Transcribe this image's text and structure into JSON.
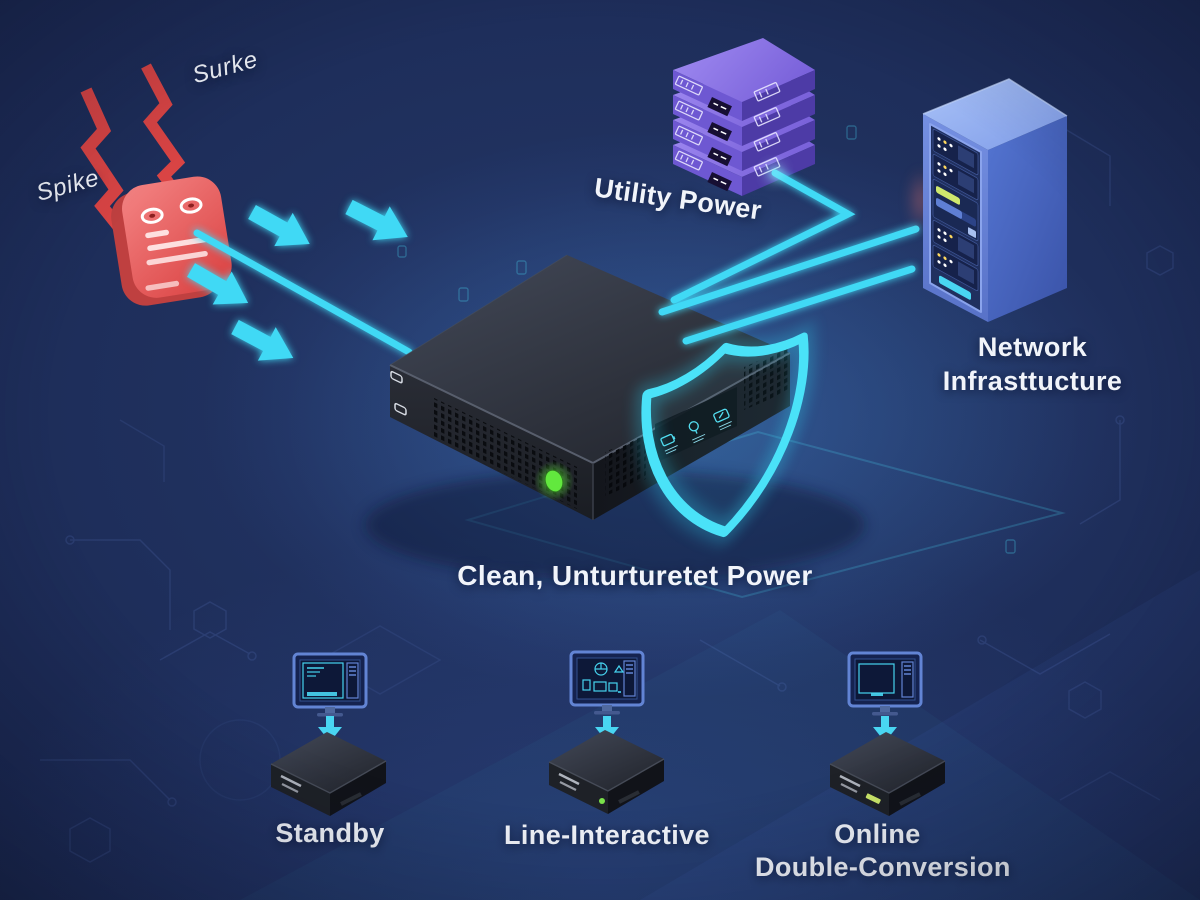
{
  "title": "UPS power protection infographic",
  "labels": {
    "spike": "Spike",
    "surge": "Surke",
    "utility_power": "Utility Power",
    "network_line1": "Network",
    "network_line2": "Infrasttucture",
    "clean_power": "Clean, Unturturetet Power",
    "type_standby": "Standby",
    "type_line_interactive": "Line-Interactive",
    "type_online_line1": "Online",
    "type_online_line2": "Double-Conversion"
  },
  "colors": {
    "background_navy": "#1d2a55",
    "deep_navy": "#141f42",
    "accent_cyan": "#3fd9f5",
    "hazard_red": "#e65454",
    "bolt_red": "#d94444",
    "server_purple": "#7e5fd6",
    "tower_blue": "#5c77cc",
    "ups_charcoal": "#23262d",
    "led_green": "#5fe43c",
    "text_white": "#f1f4fa"
  },
  "icons": {
    "surge_bolt_icon": "red zigzag lightning",
    "hazard_badge_icon": "red rounded square fault readout",
    "flow_arrow_icon": "cyan thick arrow",
    "shield_icon": "cyan shield outline",
    "server_stack_icon": "purple stacked servers",
    "rack_tower_icon": "blue server tower",
    "ups_device_icon": "black UPS box with green LED",
    "monitor_icon": "computer monitor",
    "down_arrow_icon": "cyan down arrow"
  }
}
